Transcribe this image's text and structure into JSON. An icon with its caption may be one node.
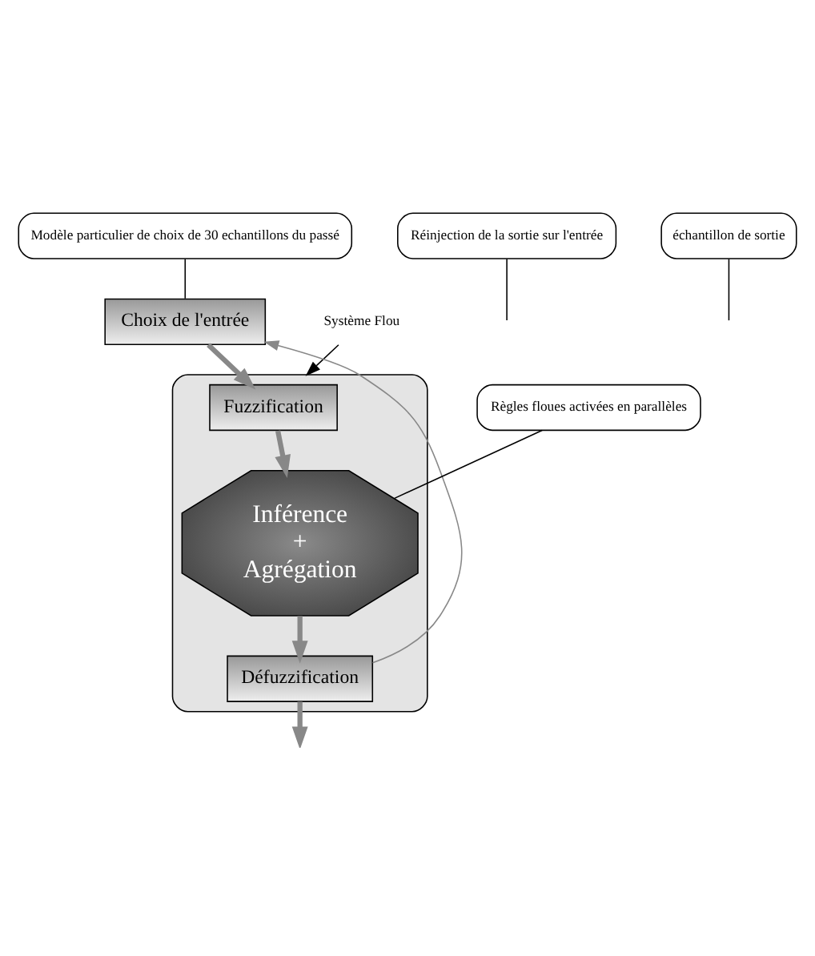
{
  "diagram": {
    "nodes": [
      {
        "text": [
          "Modèle particulier de choix de 30 echantillons du passé"
        ]
      },
      {
        "text": [
          "Système Flou"
        ]
      },
      {
        "text": [
          "Choix de l'entrée"
        ]
      },
      {
        "text": [],
        "shape": "box"
      },
      {
        "text": [
          "Fuzzification"
        ],
        "in": 3
      },
      {
        "text": [
          "Règles floues activées en parallèles"
        ]
      },
      {
        "text": [
          "Inférence",
          "+",
          "Agrégation"
        ],
        "in": 3
      },
      {
        "text": [
          "Réinjection de la sortie sur l'entrée"
        ]
      },
      {
        "text": [
          "Défuzzification"
        ],
        "in": 3
      },
      {
        "text": [
          "échantillon de sortie"
        ]
      }
    ],
    "edges": [
      {
        "from": 0,
        "to": 2,
        "arrow": "none",
        "color": "#000000"
      },
      {
        "from": 1,
        "to": 3,
        "arrow": "to",
        "color": "#000000"
      },
      {
        "from": 2,
        "to": 4,
        "arrow": "to",
        "style": "thick",
        "color": "#888888"
      },
      {
        "from": 4,
        "to": 6,
        "arrow": "to",
        "style": "thick",
        "color": "#888888"
      },
      {
        "from": 5,
        "to": 6,
        "arrow": "none",
        "color": "#000000"
      },
      {
        "from": 7,
        "to": null,
        "arrow": "none",
        "color": "#000000"
      },
      {
        "from": 6,
        "to": 8,
        "arrow": "to",
        "style": "thick",
        "color": "#888888"
      },
      {
        "from": 8,
        "to": null,
        "arrow": "to",
        "style": "thick",
        "color": "#888888"
      },
      {
        "from": 8,
        "to": 2,
        "arrow": "to",
        "color": "#888888"
      },
      {
        "from": 9,
        "to": null,
        "arrow": "none",
        "color": "#000000"
      }
    ]
  }
}
